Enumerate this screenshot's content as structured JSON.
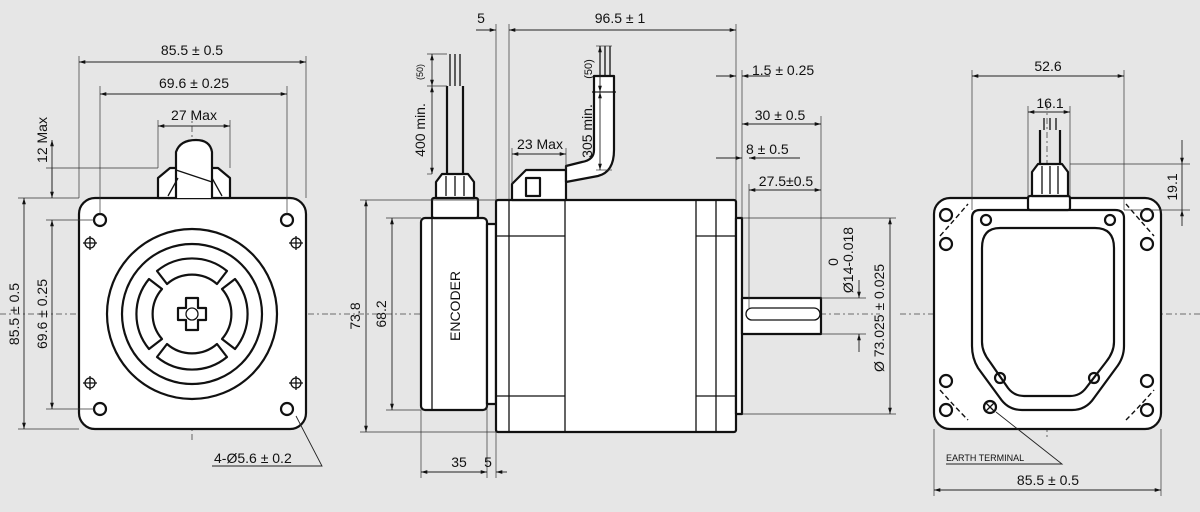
{
  "front_view": {
    "width_outer": "85.5 ± 0.5",
    "hole_pitch": "69.6 ± 0.25",
    "cable_max": "27 Max",
    "cable_height": "12 Max",
    "height_outer": "85.5 ± 0.5",
    "hole_pitch_v": "69.6 ± 0.25",
    "mount_holes": "4-Ø5.6 ± 0.2"
  },
  "side_view": {
    "flange_gap": "5",
    "total_length": "96.5 ± 1",
    "step": "1.5 ± 0.25",
    "shaft_len": "30 ± 0.5",
    "key_offset": "8 ± 0.5",
    "key_len": "27.5±0.5",
    "lead_strip_a": "(50)",
    "lead_min": "400 min.",
    "lead_strip_b": "(50)",
    "lead_b": "305 min.",
    "connector_max": "23 Max",
    "encoder_label": "ENCODER",
    "height": "73.8",
    "encoder_height": "68.2",
    "shaft_tol_upper": "0",
    "shaft_dia": "Ø14-0.018",
    "pilot_dia": "Ø 73.025 ± 0.025",
    "encoder_len": "35",
    "encoder_gap": "5"
  },
  "rear_view": {
    "cover_width": "52.6",
    "gland_width": "16.1",
    "gland_height": "19.1",
    "earth_label": "EARTH TERMINAL",
    "width": "85.5 ± 0.5"
  },
  "colors": {
    "background": "#e6e6e6",
    "line": "#111111",
    "body": "#ffffff"
  }
}
